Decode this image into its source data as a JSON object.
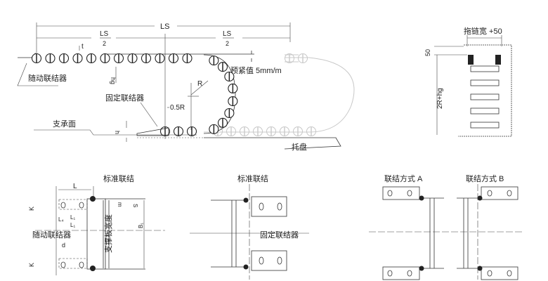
{
  "side_view": {
    "ls": "LS",
    "ls_half_num": "LS",
    "ls_half_den": "2",
    "t": "t",
    "hg": "hg",
    "pretension": "预紧值 5mm/m",
    "r": "R",
    "half_r": "0.5R",
    "h": "h",
    "moving_connector": "随动联结器",
    "fixed_connector": "固定联结器",
    "support_surface": "支承面",
    "tray": "托盘"
  },
  "end_view": {
    "chain_width": "拖链宽 +50",
    "top_gap": "50",
    "height": "2R+hg"
  },
  "detail_standard_left": {
    "title": "标准联结",
    "l": "L",
    "l1": "L₁",
    "l1b": "L₁",
    "l4": "L₄",
    "k": "K",
    "k2": "K",
    "d": "d",
    "s": "S",
    "m": "m",
    "b1": "B₁",
    "moving_connector": "随动联结器",
    "plate_width": "支撑板宽度"
  },
  "detail_standard_right": {
    "title": "标准联结",
    "fixed_connector": "固定联结器"
  },
  "detail_a": {
    "title": "联结方式 A"
  },
  "detail_b": {
    "title": "联结方式 B"
  }
}
